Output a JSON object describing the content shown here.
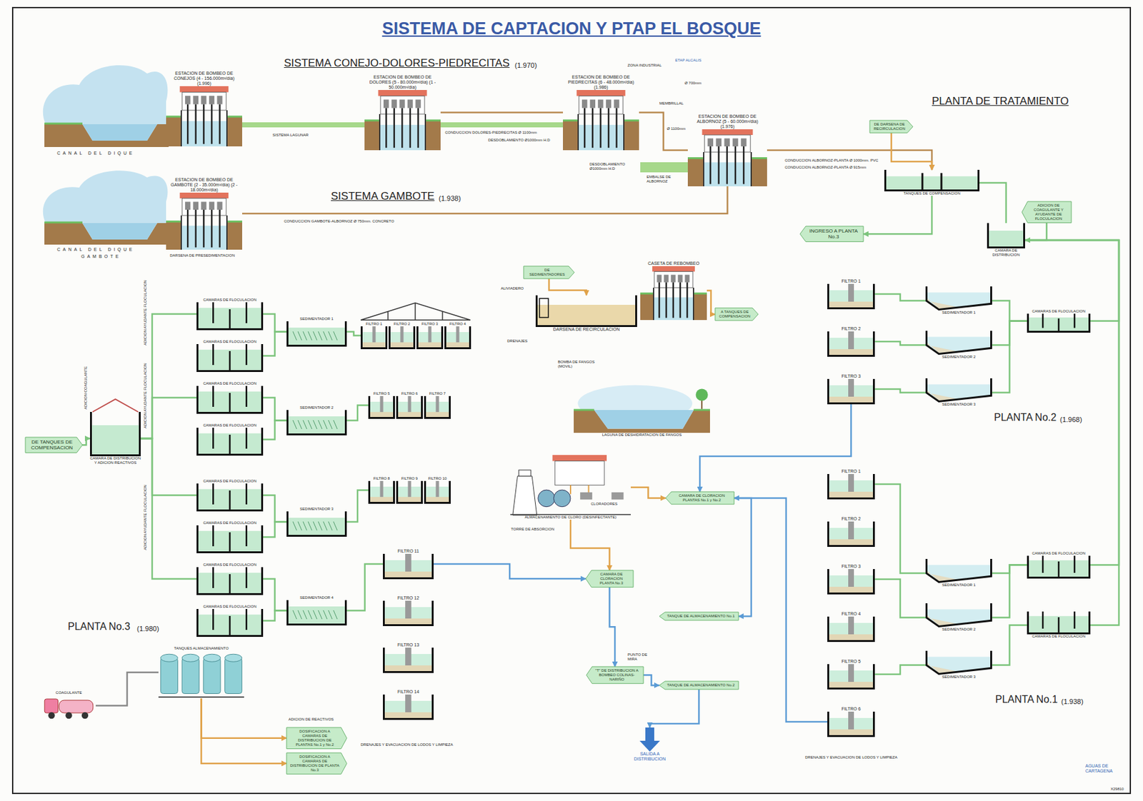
{
  "diagram": {
    "title": "SISTEMA DE CAPTACION Y PTAP EL BOSQUE",
    "nodes": [
      {
        "text": [
          "ESTACION DE BOMBEO DE CONEJOS (4 - 156.000m³/día)",
          "(1.996)"
        ]
      },
      {
        "text": [
          "ESTACION DE BOMBEO DE DOLORES (5 - 80.000m³/día) (1 - 50.000m³/día)"
        ]
      },
      {
        "text": [
          "ESTACION DE BOMBEO DE PIEDRECITAS (6 - 48.000m³/día)",
          "(1.986)"
        ]
      },
      {
        "text": [
          "ESTACION DE BOMBEO DE ALBORNOZ (5 - 60.000m³/día)",
          "(1.976)"
        ]
      },
      {
        "text": [
          "ESTACION DE BOMBEO DE GAMBOTE (2 - 35.000m³/día) (2 - 18.000m³/día)"
        ]
      },
      {
        "text": [
          "DE DARSENA DE RECIRCULACION"
        ]
      },
      {
        "text": [
          "TANQUES DE COMPENSACION"
        ]
      },
      {
        "text": [
          "ADICION DE COAGULANTE Y AYUDANTE DE FLOCULACION"
        ]
      },
      {
        "text": [
          "CAMARA DE DISTRIBUCION"
        ]
      },
      {
        "text": [
          "INGRESO A PLANTA No.3"
        ]
      },
      {
        "text": [
          "FILTRO 1"
        ]
      },
      {
        "text": [
          "FILTRO 2"
        ]
      },
      {
        "text": [
          "FILTRO 3"
        ]
      },
      {
        "text": [
          "SEDIMENTADOR 1"
        ]
      },
      {
        "text": [
          "SEDIMENTADOR 2"
        ]
      },
      {
        "text": [
          "SEDIMENTADOR 3"
        ]
      },
      {
        "text": [
          "CAMARAS DE FLOCULACION"
        ]
      },
      {
        "text": [
          "DE SEDIMENTADORES"
        ]
      },
      {
        "text": [
          "DARSENA DE RECIRCULACION"
        ]
      },
      {
        "text": [
          "CASETA DE REBOMBEO"
        ]
      },
      {
        "text": [
          "A TANQUES DE COMPENSACION"
        ]
      },
      {
        "text": [
          "LAGUNA DE DESHIDRATACION DE FANGOS"
        ]
      },
      {
        "text": [
          "ALMACENAMIENTO DE CLORO (DESINFECTANTE)"
        ]
      },
      {
        "text": [
          "CAMARA DE CLORACION PLANTAS No.1 y No.2"
        ]
      },
      {
        "text": [
          "CAMARA DE CLORACION PLANTA No.3"
        ]
      },
      {
        "text": [
          "TANQUE DE ALMACENAMIENTO No.1"
        ]
      },
      {
        "text": [
          "TANQUE DE ALMACENAMIENTO No.2"
        ]
      },
      {
        "text": [
          "\"T\" DE DISTRIBUCION A BOMBEO COLINAS-NARIÑO"
        ]
      },
      {
        "text": [
          "SALIDA A DISTRIBUCION"
        ]
      },
      {
        "text": [
          "FILTRO 1"
        ]
      },
      {
        "text": [
          "FILTRO 2"
        ]
      },
      {
        "text": [
          "FILTRO 3"
        ]
      },
      {
        "text": [
          "FILTRO 4"
        ]
      },
      {
        "text": [
          "FILTRO 5"
        ]
      },
      {
        "text": [
          "FILTRO 6"
        ]
      },
      {
        "text": [
          "SEDIMENTADOR 1"
        ]
      },
      {
        "text": [
          "SEDIMENTADOR 2"
        ]
      },
      {
        "text": [
          "SEDIMENTADOR 3"
        ]
      },
      {
        "text": [
          "CAMARAS DE FLOCULACION"
        ]
      },
      {
        "text": [
          "CAMARAS DE FLOCULACION"
        ]
      },
      {
        "text": [
          "DE TANQUES DE COMPENSACION"
        ]
      },
      {
        "text": [
          "CAMARA DE DISTRIBUCION Y ADICION REACTIVOS"
        ]
      },
      {
        "text": [
          "CAMARAS DE FLOCULACION"
        ]
      },
      {
        "text": [
          "CAMARAS DE FLOCULACION"
        ]
      },
      {
        "text": [
          "CAMARAS DE FLOCULACION"
        ]
      },
      {
        "text": [
          "CAMARAS DE FLOCULACION"
        ]
      },
      {
        "text": [
          "CAMARAS DE FLOCULACION"
        ]
      },
      {
        "text": [
          "CAMARAS DE FLOCULACION"
        ]
      },
      {
        "text": [
          "CAMARAS DE FLOCULACION"
        ]
      },
      {
        "text": [
          "CAMARAS DE FLOCULACION"
        ]
      },
      {
        "text": [
          "SEDIMENTADOR 1"
        ]
      },
      {
        "text": [
          "SEDIMENTADOR 2"
        ]
      },
      {
        "text": [
          "SEDIMENTADOR 3"
        ]
      },
      {
        "text": [
          "SEDIMENTADOR 4"
        ]
      },
      {
        "text": [
          "FILTRO 1"
        ]
      },
      {
        "text": [
          "FILTRO 2"
        ]
      },
      {
        "text": [
          "FILTRO 3"
        ]
      },
      {
        "text": [
          "FILTRO 4"
        ]
      },
      {
        "text": [
          "FILTRO 5"
        ]
      },
      {
        "text": [
          "FILTRO 6"
        ]
      },
      {
        "text": [
          "FILTRO 7"
        ]
      },
      {
        "text": [
          "FILTRO 8"
        ]
      },
      {
        "text": [
          "FILTRO 9"
        ]
      },
      {
        "text": [
          "FILTRO 10"
        ]
      },
      {
        "text": [
          "FILTRO 11"
        ]
      },
      {
        "text": [
          "FILTRO 12"
        ]
      },
      {
        "text": [
          "FILTRO 13"
        ]
      },
      {
        "text": [
          "FILTRO 14"
        ]
      },
      {
        "text": [
          "TANQUES ALMACENAMIENTO"
        ]
      },
      {
        "text": [
          "COAGULANTE"
        ]
      },
      {
        "text": [
          "DOSIFICACION A CAMARAS DE DISTRIBUCION DE PLANTAS No.1 y No.2"
        ]
      },
      {
        "text": [
          "DOSIFICACION A CAMARAS DE DISTRIBUCION DE PLANTA No.3"
        ]
      }
    ],
    "edges": [
      {
        "from": 1,
        "to": 2,
        "arrow": "none"
      },
      {
        "from": 2,
        "to": 3,
        "arrow": "none"
      },
      {
        "from": 4,
        "to": 3,
        "arrow": "none"
      },
      {
        "from": 3,
        "to": 6,
        "arrow": "to"
      },
      {
        "from": 5,
        "to": 6,
        "arrow": "to"
      },
      {
        "from": 6,
        "to": 8,
        "arrow": "none"
      },
      {
        "from": 7,
        "to": 8,
        "arrow": "to"
      },
      {
        "from": 6,
        "to": 9,
        "arrow": "to"
      },
      {
        "from": 8,
        "to": 16,
        "arrow": "none"
      },
      {
        "from": 8,
        "to": 38,
        "arrow": "none"
      },
      {
        "from": 8,
        "to": 39,
        "arrow": "none"
      },
      {
        "from": 16,
        "to": 13,
        "arrow": "none"
      },
      {
        "from": 16,
        "to": 14,
        "arrow": "none"
      },
      {
        "from": 16,
        "to": 15,
        "arrow": "none"
      },
      {
        "from": 13,
        "to": 10,
        "arrow": "none"
      },
      {
        "from": 14,
        "to": 11,
        "arrow": "none"
      },
      {
        "from": 15,
        "to": 12,
        "arrow": "none"
      },
      {
        "from": 38,
        "to": 35,
        "arrow": "none"
      },
      {
        "from": 38,
        "to": 36,
        "arrow": "none"
      },
      {
        "from": 39,
        "to": 37,
        "arrow": "none"
      },
      {
        "from": 35,
        "to": 29,
        "arrow": "none"
      },
      {
        "from": 36,
        "to": 31,
        "arrow": "none"
      },
      {
        "from": 37,
        "to": 33,
        "arrow": "none"
      },
      {
        "from": 12,
        "to": 23,
        "arrow": "to"
      },
      {
        "from": 34,
        "to": 23,
        "arrow": "to"
      },
      {
        "from": 17,
        "to": 18,
        "arrow": "to"
      },
      {
        "from": 19,
        "to": 20,
        "arrow": "to"
      },
      {
        "from": 22,
        "to": 23,
        "arrow": "to"
      },
      {
        "from": 22,
        "to": 24,
        "arrow": "to"
      },
      {
        "from": 23,
        "to": 25,
        "arrow": "to"
      },
      {
        "from": 24,
        "to": 27,
        "arrow": "to"
      },
      {
        "from": 27,
        "to": 26,
        "arrow": "to"
      },
      {
        "from": 26,
        "to": 28,
        "arrow": "to"
      },
      {
        "from": 40,
        "to": 41,
        "arrow": "to"
      },
      {
        "from": 41,
        "to": 42,
        "arrow": "none"
      },
      {
        "from": 41,
        "to": 44,
        "arrow": "none"
      },
      {
        "from": 41,
        "to": 46,
        "arrow": "none"
      },
      {
        "from": 41,
        "to": 48,
        "arrow": "none"
      },
      {
        "from": 42,
        "to": 50,
        "arrow": "none"
      },
      {
        "from": 43,
        "to": 50,
        "arrow": "none"
      },
      {
        "from": 44,
        "to": 51,
        "arrow": "none"
      },
      {
        "from": 45,
        "to": 51,
        "arrow": "none"
      },
      {
        "from": 46,
        "to": 52,
        "arrow": "none"
      },
      {
        "from": 47,
        "to": 52,
        "arrow": "none"
      },
      {
        "from": 48,
        "to": 53,
        "arrow": "none"
      },
      {
        "from": 49,
        "to": 53,
        "arrow": "none"
      },
      {
        "from": 50,
        "to": 54,
        "arrow": "none"
      },
      {
        "from": 51,
        "to": 58,
        "arrow": "none"
      },
      {
        "from": 52,
        "to": 61,
        "arrow": "none"
      },
      {
        "from": 53,
        "to": 64,
        "arrow": "none"
      },
      {
        "from": 64,
        "to": 24,
        "arrow": "to"
      },
      {
        "from": 69,
        "to": 68,
        "arrow": "none"
      },
      {
        "from": 68,
        "to": 70,
        "arrow": "to"
      },
      {
        "from": 68,
        "to": 71,
        "arrow": "to"
      }
    ],
    "labels": [
      "SISTEMA CONEJO-DOLORES-PIEDRECITAS",
      "(1.970)",
      "SISTEMA GAMBOTE",
      "(1.938)",
      "PLANTA DE TRATAMIENTO",
      "CANAL DEL DIQUE",
      "CANAL DEL DIQUE",
      "GAMBOTE",
      "SISTEMA LAGUNAR",
      "CONDUCCION DOLORES-PIEDRECITAS Ø 1100mm",
      "DESDOBLAMIENTO Ø1000mm H.D",
      "ZONA INDUSTRIAL",
      "ETAP ALCALIS",
      "Ø 700mm",
      "MEMBRILLAL",
      "Ø 1100mm",
      "DESDOBLAMIENTO Ø1000mm H.D",
      "EMBALSE DE ALBORNOZ",
      "CONDUCCION ALBORNOZ-PLANTA Ø 1000mm. PVC",
      "CONDUCCION ALBORNOZ-PLANTA Ø 915mm",
      "CONDUCCION GAMBOTE-ALBORNOZ Ø 750mm. CONCRETO",
      "DARSENA DE PRESEDIMENTACION",
      "PLANTA No.2",
      "(1.968)",
      "PLANTA No.1",
      "(1.938)",
      "PLANTA No.3",
      "(1.980)",
      "ALIVIADERO",
      "DRENAJES",
      "BOMBA DE FANGOS (MOVIL)",
      "TORRE DE ABSORCION",
      "CLORADORES",
      "PUNTO DE MIRA",
      "ADICION COAGULANTE",
      "ADICION AYUDANTE FLOCULACION",
      "ADICION AYUDANTE FLOCULACION",
      "ADICION AYUDANTE FLOCULACION",
      "ADICION DE REACTIVOS",
      "DRENAJES Y EVACUACION DE LODOS Y LIMPIEZA",
      "DRENAJES Y EVACUACION DE LODOS Y LIMPIEZA",
      "AGUAS DE CARTAGENA",
      "X29810"
    ]
  }
}
